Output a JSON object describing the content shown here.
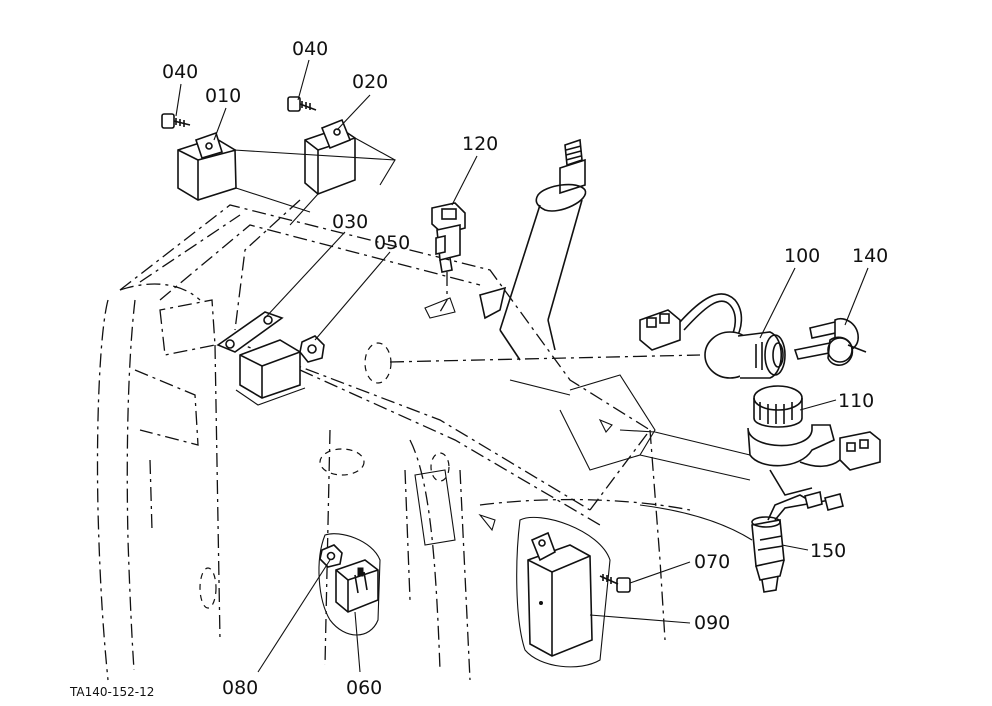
{
  "figure_code": "TA140-152-12",
  "labels": [
    {
      "id": "040a",
      "text": "040"
    },
    {
      "id": "010",
      "text": "010"
    },
    {
      "id": "040b",
      "text": "040"
    },
    {
      "id": "020",
      "text": "020"
    },
    {
      "id": "120",
      "text": "120"
    },
    {
      "id": "030",
      "text": "030"
    },
    {
      "id": "050",
      "text": "050"
    },
    {
      "id": "100",
      "text": "100"
    },
    {
      "id": "140",
      "text": "140"
    },
    {
      "id": "110",
      "text": "110"
    },
    {
      "id": "150",
      "text": "150"
    },
    {
      "id": "070",
      "text": "070"
    },
    {
      "id": "090",
      "text": "090"
    },
    {
      "id": "080",
      "text": "080"
    },
    {
      "id": "060",
      "text": "060"
    }
  ]
}
